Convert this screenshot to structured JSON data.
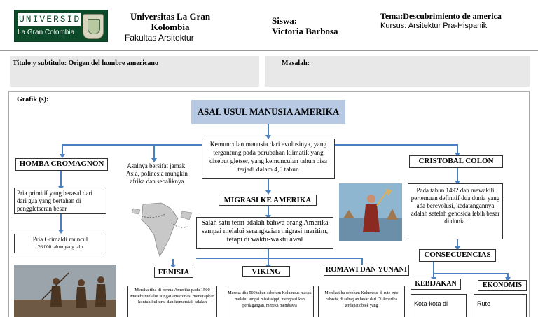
{
  "header": {
    "logo_text": "UNIVERSIDAD",
    "logo_subtext": "La Gran Colombia",
    "university": "Universitas La Gran Kolombia",
    "faculty": "Fakultas Arsitektur",
    "student_label": "Siswa:",
    "student_name": "Victoria Barbosa",
    "topic": "Tema:Descubrimiento de america",
    "course": "Kursus: Arsitektur Pra-Hispanik"
  },
  "title_section": {
    "title_label": "Titulo y subtitulo: Origen del hombre americano",
    "problem_label": "Masalah:"
  },
  "grafik_label": "Grafik (s):",
  "map": {
    "main_title": "ASAL USUL MANUSIA AMERIKA",
    "center_text": "Kemunculan manusia dari evolusinya, yang tergantung pada perubahan klimatik yang disebut gletser, yang kemunculan tahun bisa terjadi dalam 4,5 tahun",
    "homba_title": "HOMBA CROMAGNON",
    "homba_text1": "Pria primitif yang berasal dari dari gua yang bertahan di penggletseran besar",
    "homba_text2a": "Pria Grimaldi muncul",
    "homba_text2b": "26.000 tahun yang lalu",
    "asal_text": "Asalnya bersifat jamak: Asia, polinesia mungkin afrika dan sebaliknya",
    "migrasi_title": "MIGRASI KE AMERIKA",
    "migrasi_text": "Salah satu teori adalah bahwa orang Amerika sampai melalui serangkaian migrasi maritim, tetapi di waktu-waktu awal",
    "colon_title": "CRISTOBAL COLON",
    "colon_text": "Pada tahun 1492 dan mewakili pertemuan definitif dua dunia yang ada berevolusi, kedatangannya adalah setelah genosida lebih besar di dunia.",
    "consecuencias": "CONSECUENCIAS",
    "kebijakan": "KEBIJAKAN",
    "kebijakan_text": "Kota-kota   di",
    "ekonomis": "EKONOMIS",
    "ekonomis_text": "Rute",
    "fenisia_title": "FENISIA",
    "fenisia_text": "Mereka tiba di benua Amerika pada 1500 Masehi melalui sungai amazonas, menetapkan kontak kultural dan komersial, adalah",
    "viking_title": "VIKING",
    "viking_text": "Mereka tiba 500 tahun sebelum Kolumbus masuk melalui sungai mississippi, menghasilkan perdagangan, mereka membawa",
    "romawi_title": "ROMAWI DAN YUNANI",
    "romawi_text": "Mereka tiba sebelum Kolumbus di rute-rute rahasia, di sebagian besar dari Di Amerika terdapat objek yang"
  },
  "colors": {
    "logo_green": "#0d4a2a",
    "title_blue": "#b7c9e3",
    "arrow_blue": "#4a7fc0",
    "panel_gray": "#e8e8e8"
  }
}
